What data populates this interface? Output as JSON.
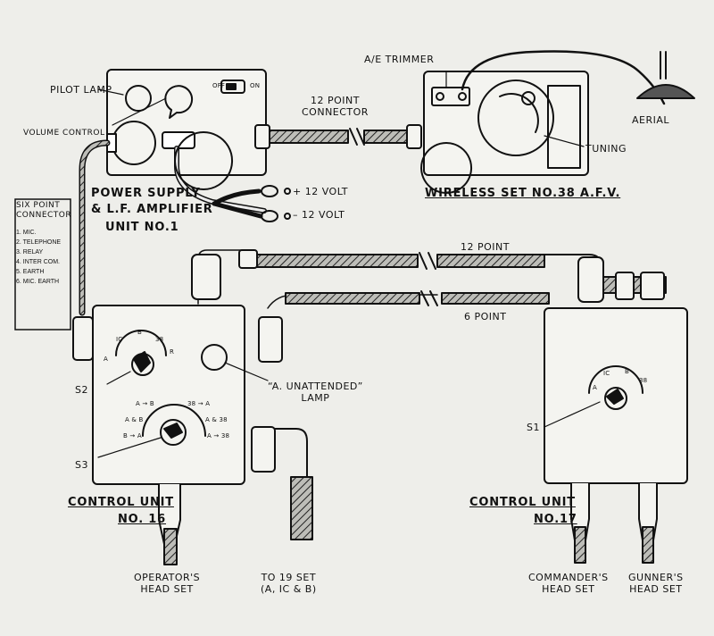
{
  "labels": {
    "pilot_lamp": "PILOT LAMP",
    "volume_control": "VOLUME CONTROL",
    "off": "OFF",
    "on": "ON",
    "twelve_point_connector": "12 POINT\nCONNECTOR",
    "ae_trimmer": "A/E TRIMMER",
    "aerial": "AERIAL",
    "tuning": "TUNING",
    "plus_12_volt": "+ 12 VOLT",
    "minus_12_volt": "– 12 VOLT",
    "power_supply_title_1": "POWER SUPPLY",
    "power_supply_title_2": "& L.F. AMPLIFIER",
    "power_supply_title_3": "UNIT No.1",
    "wireless_set_title": "WIRELESS SET No.38 A.F.V.",
    "twelve_point": "12 POINT",
    "six_point": "6 POINT",
    "unattended_lamp": "“A. UNATTENDED”\nLAMP",
    "s1": "S1",
    "s2": "S2",
    "s3": "S3",
    "control_unit_16_1": "CONTROL UNIT",
    "control_unit_16_2": "No. 16",
    "control_unit_17_1": "CONTROL UNIT",
    "control_unit_17_2": "No.17",
    "operators_head_set": "OPERATOR'S\nHEAD SET",
    "to_19_set": "TO 19 SET\n(A, IC & B)",
    "commanders_head_set": "COMMANDER'S\nHEAD SET",
    "gunners_head_set": "GUNNER'S\nHEAD SET"
  },
  "six_point_connector": {
    "title": "SIX POINT\nCONNECTOR",
    "items": [
      "1. MIC.",
      "2. TELEPHONE",
      "3. RELAY",
      "4. INTER COM.",
      "5. EARTH",
      "6. MIC. EARTH"
    ]
  },
  "switch_s2_positions": [
    "A",
    "IC",
    "B",
    "38",
    "R"
  ],
  "switch_s1_positions": [
    "A",
    "IC",
    "B",
    "38"
  ],
  "switch_s3_positions": [
    "A → B",
    "A & B",
    "B → A",
    "38 → A",
    "A & 38",
    "A → 38"
  ],
  "colors": {
    "ink": "#111111",
    "paper": "#eeeeea"
  }
}
